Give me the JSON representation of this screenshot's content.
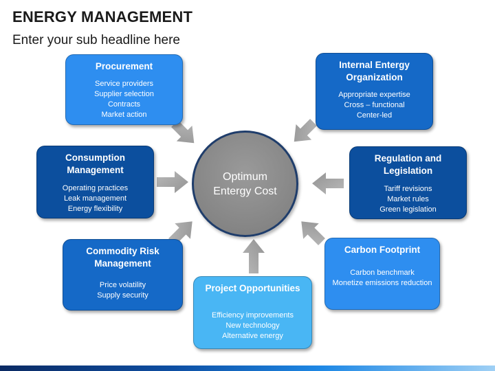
{
  "header": {
    "title": "ENERGY MANAGEMENT",
    "subtitle": "Enter your sub headline here"
  },
  "center": {
    "line1": "Optimum",
    "line2": "Entergy Cost"
  },
  "boxes": [
    {
      "id": "procurement",
      "title": [
        "Procurement"
      ],
      "items": [
        "Service providers",
        "Supplier selection",
        "Contracts",
        "Market action"
      ]
    },
    {
      "id": "internal-org",
      "title": [
        "Internal Entergy",
        "Organization"
      ],
      "items": [
        "Appropriate expertise",
        "Cross – functional",
        "Center-led"
      ]
    },
    {
      "id": "consumption",
      "title": [
        "Consumption",
        "Management"
      ],
      "items": [
        "Operating practices",
        "Leak management",
        "Energy flexibility"
      ]
    },
    {
      "id": "regulation",
      "title": [
        "Regulation and",
        "Legislation"
      ],
      "items": [
        "Tariff revisions",
        "Market rules",
        "Green legislation"
      ]
    },
    {
      "id": "commodity-risk",
      "title": [
        "Commodity Risk",
        "Management"
      ],
      "items": [
        "Price volatility",
        "Supply security"
      ]
    },
    {
      "id": "carbon",
      "title": [
        "Carbon Footprint"
      ],
      "items": [
        "Carbon benchmark",
        "Monetize emissions reduction"
      ]
    },
    {
      "id": "project-opps",
      "title": [
        "Project Opportunities"
      ],
      "items": [
        "Efficiency improvements",
        "New technology",
        "Alternative energy"
      ]
    }
  ],
  "colors": {
    "light_blue": "#2e8ef0",
    "mid_blue": "#1569c7",
    "dark_blue": "#0c4f9e",
    "sky_blue": "#49b6f4",
    "circle_gray": "#8a8a8a",
    "arrow_gray": "#a6a6a6"
  }
}
